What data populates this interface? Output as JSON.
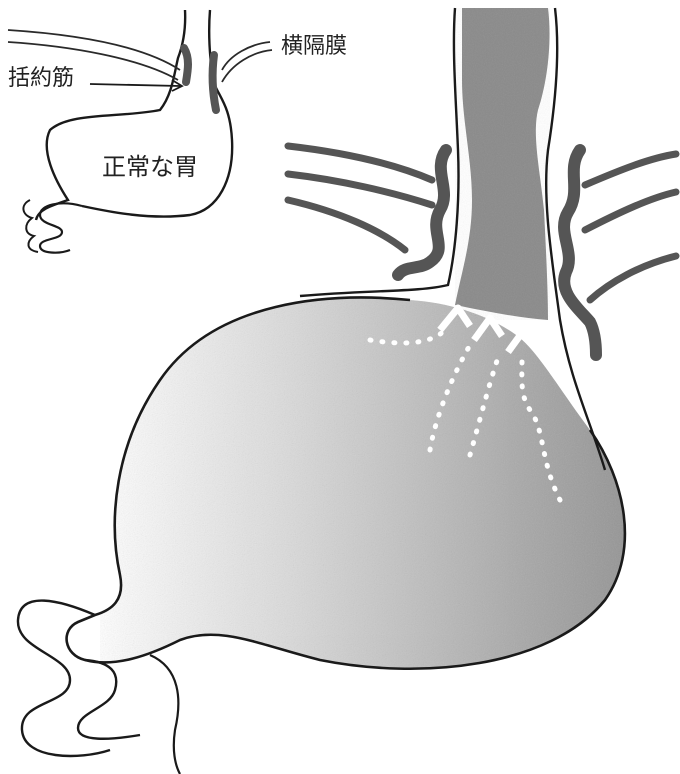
{
  "labels": {
    "sphincter": "括約筋",
    "diaphragm": "横隔膜",
    "normal_stomach": "正常な胃"
  },
  "colors": {
    "line": "#1a1a1a",
    "muscle": "#555555",
    "reflux_fill": "#8a8a8a",
    "stomach_speckle": "#bdbdbd",
    "arrows": "#ffffff"
  }
}
